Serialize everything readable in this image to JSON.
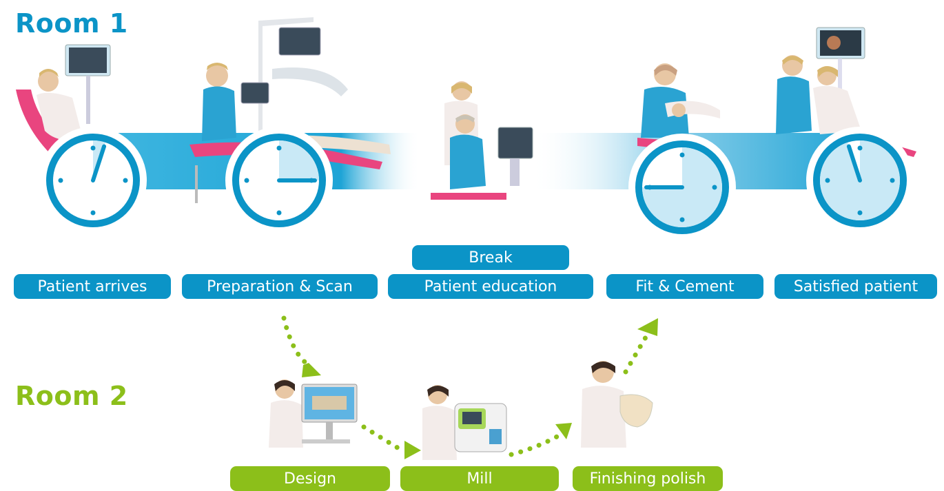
{
  "rooms": {
    "room1": "Room 1",
    "room2": "Room 2"
  },
  "room1_steps": {
    "patient_arrives": "Patient arrives",
    "preparation_scan": "Preparation & Scan",
    "break": "Break",
    "patient_education": "Patient education",
    "fit_cement": "Fit & Cement",
    "satisfied_patient": "Satisfied patient"
  },
  "room2_steps": {
    "design": "Design",
    "mill": "Mill",
    "finishing_polish": "Finishing polish"
  },
  "colors": {
    "room1": "#0b94c7",
    "room2": "#8cbf1a",
    "clock_face": "#c9e9f6"
  },
  "clocks": [
    {
      "step": "Patient arrives",
      "elapsed_fraction": 0.05
    },
    {
      "step": "Preparation & Scan",
      "elapsed_fraction": 0.25
    },
    {
      "step": "Fit & Cement",
      "elapsed_fraction": 0.75
    },
    {
      "step": "Satisfied patient",
      "elapsed_fraction": 0.95
    }
  ]
}
